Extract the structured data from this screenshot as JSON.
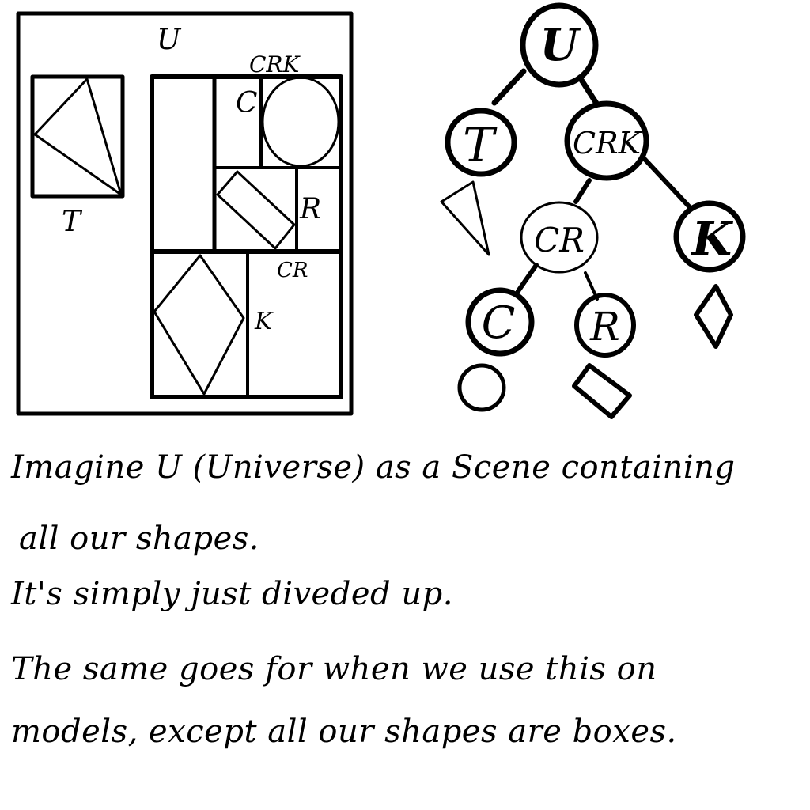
{
  "diagram": {
    "box_labels": {
      "universe": "U",
      "t": "T",
      "crk": "CRK",
      "c": "C",
      "r": "R",
      "cr": "CR",
      "k": "K"
    },
    "tree_nodes": {
      "root": "U",
      "t": "T",
      "crk": "CRK",
      "cr": "CR",
      "k": "K",
      "c": "C",
      "r": "R"
    }
  },
  "notes": {
    "line1": "Imagine U (Universe) as a Scene containing",
    "line2": "all our shapes.",
    "line3": "It's simply just diveded up.",
    "line4": "The same goes for when we use this on",
    "line5": "models, except all our shapes are boxes."
  }
}
